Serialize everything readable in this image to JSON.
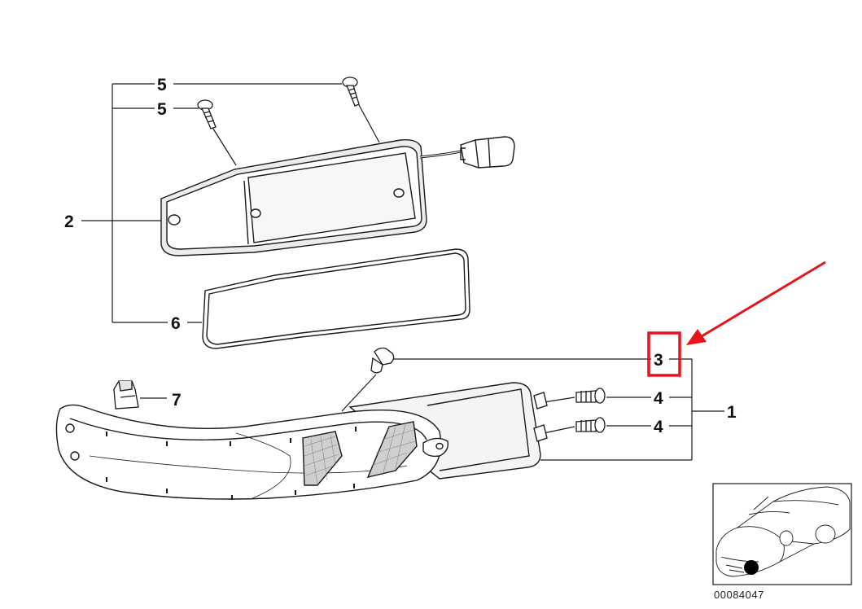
{
  "callouts": {
    "c1": "1",
    "c2": "2",
    "c3": "3",
    "c4a": "4",
    "c4b": "4",
    "c5a": "5",
    "c5b": "5",
    "c6": "6",
    "c7": "7"
  },
  "part_number": "00084047",
  "colors": {
    "highlight": "#e8141a",
    "line": "#1a1a1a",
    "fill": "#ffffff",
    "shade": "#d8d8d8"
  },
  "icons": {
    "highlight_arrow": "arrow-icon",
    "vehicle": "car-thumbnail-icon",
    "locator": "dot-icon"
  }
}
